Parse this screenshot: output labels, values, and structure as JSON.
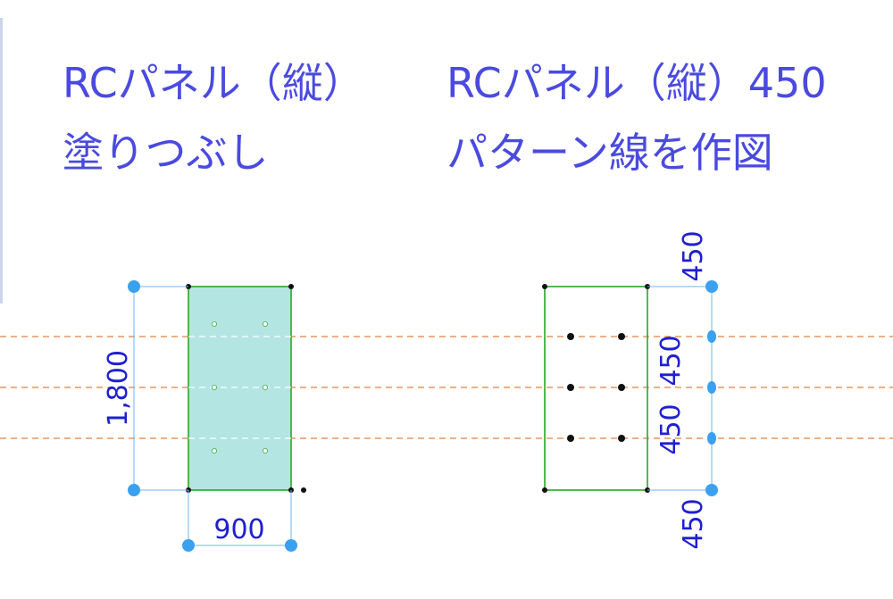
{
  "left_panel": {
    "title_line1": "RCパネル（縦）",
    "title_line2": "塗りつぶし",
    "dim_height": "1,800",
    "dim_width": "900"
  },
  "right_panel": {
    "title_line1": "RCパネル（縦）450",
    "title_line2": "パターン線を作図",
    "dim_top": "450",
    "dim_mid1": "450",
    "dim_mid2": "450",
    "dim_bottom": "450"
  },
  "colors": {
    "heading": "#4a4ae0",
    "dimension_text": "#1f1fd0",
    "panel_fill": "#b3e5e3",
    "panel_outline": "#22aa22",
    "guide_line": "#e08040",
    "handle": "#3aa0f0",
    "dimension_line": "#6fb4f0"
  }
}
